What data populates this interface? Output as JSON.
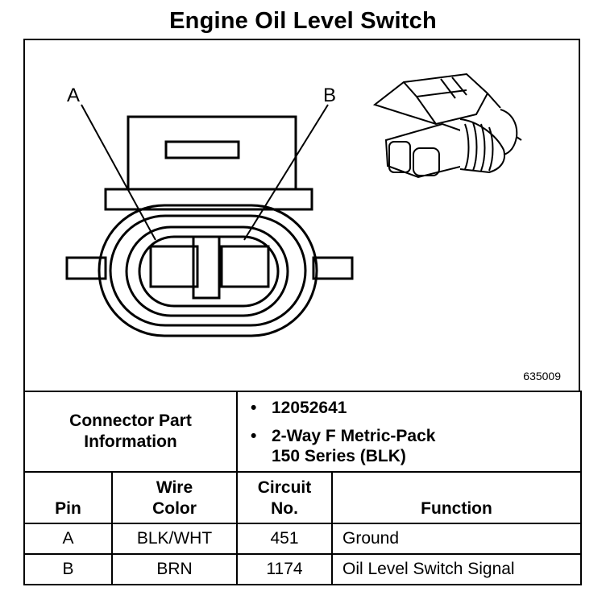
{
  "title": "Engine Oil Level Switch",
  "figure": {
    "pin_labels": [
      "A",
      "B"
    ],
    "code": "635009"
  },
  "connector_info": {
    "label_line1": "Connector Part",
    "label_line2": "Information",
    "bullet": "•",
    "part_number": "12052641",
    "description_line1": "2-Way F Metric-Pack",
    "description_line2": "150 Series (BLK)"
  },
  "table": {
    "headers": {
      "pin": "Pin",
      "wire_line1": "Wire",
      "wire_line2": "Color",
      "circuit_line1": "Circuit",
      "circuit_line2": "No.",
      "function": "Function"
    },
    "rows": [
      {
        "pin": "A",
        "wire": "BLK/WHT",
        "circuit": "451",
        "function": "Ground"
      },
      {
        "pin": "B",
        "wire": "BRN",
        "circuit": "1174",
        "function": "Oil Level Switch Signal"
      }
    ]
  }
}
